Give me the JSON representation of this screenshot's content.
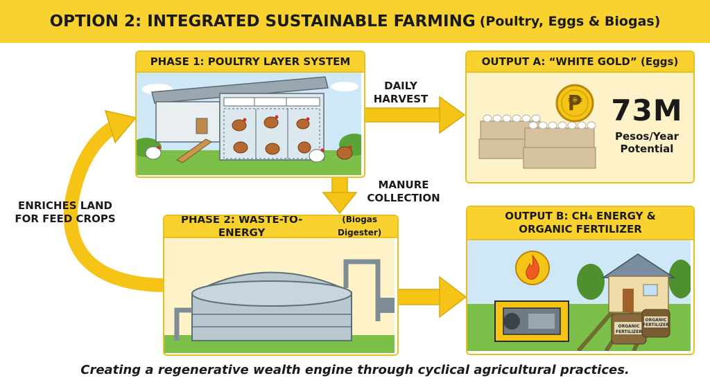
{
  "title": {
    "main": "OPTION 2: INTEGRATED SUSTAINABLE FARMING",
    "sub": "(Poultry, Eggs & Biogas)"
  },
  "phase1": {
    "title": "PHASE 1: POULTRY LAYER SYSTEM"
  },
  "phase2": {
    "title": "PHASE 2: WASTE-TO-ENERGY",
    "title_small": "(Biogas Digester)"
  },
  "output_a": {
    "title": "OUTPUT A: “WHITE GOLD” (Eggs)",
    "coin_symbol": "₱",
    "value": "73M",
    "unit_line1": "Pesos/Year",
    "unit_line2": "Potential"
  },
  "output_b": {
    "title_line1": "OUTPUT B: CH₄ ENERGY &",
    "title_line2": "ORGANIC FERTILIZER",
    "bag1_line1": "ORGANIC",
    "bag1_line2": "FERTILIZER",
    "bag2_line1": "ORGANIC",
    "bag2_line2": "FERTILIZER"
  },
  "flows": {
    "daily_harvest_1": "DAILY",
    "daily_harvest_2": "HARVEST",
    "manure_1": "MANURE",
    "manure_2": "COLLECTION",
    "enrich_1": "ENRICHES LAND",
    "enrich_2": "FOR FEED CROPS"
  },
  "caption": "Creating a regenerative wealth engine through cyclical agricultural practices.",
  "colors": {
    "accent_yellow": "#f9d230",
    "arrow_yellow": "#f6c417",
    "sky": "#cfe8f7",
    "grass": "#7cc04a",
    "panel_cream": "#fdf2c8"
  }
}
